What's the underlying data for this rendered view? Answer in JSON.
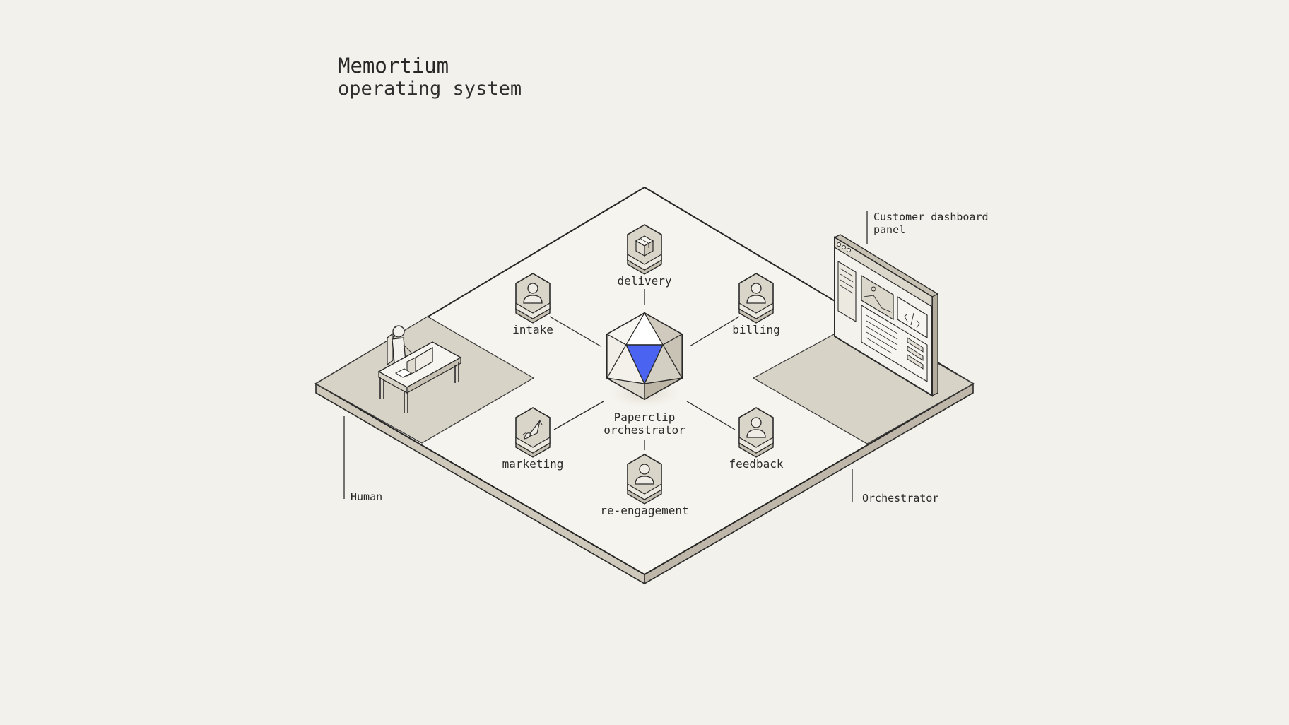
{
  "header": {
    "title": "Memortium",
    "subtitle": "operating system"
  },
  "center": {
    "line1": "Paperclip",
    "line2": "orchestrator",
    "accent_color": "#4a63f0"
  },
  "nodes": {
    "delivery": "delivery",
    "intake": "intake",
    "billing": "billing",
    "marketing": "marketing",
    "feedback": "feedback",
    "reengagement": "re-engagement"
  },
  "zones": {
    "human": "Human",
    "orchestrator": "Orchestrator",
    "dashboard_line1": "Customer dashboard",
    "dashboard_line2": "panel"
  },
  "icons": {
    "delivery": "package-icon",
    "intake": "user-icon",
    "billing": "user-icon",
    "marketing": "rocket-icon",
    "feedback": "user-icon",
    "reengagement": "user-icon"
  }
}
